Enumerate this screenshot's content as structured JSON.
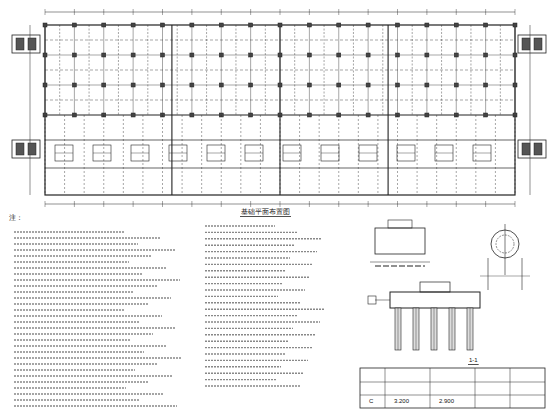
{
  "diagram": {
    "labels": [
      "基础平面布置图",
      "注：",
      "1-1",
      "C",
      "3.200",
      "2.900"
    ]
  }
}
